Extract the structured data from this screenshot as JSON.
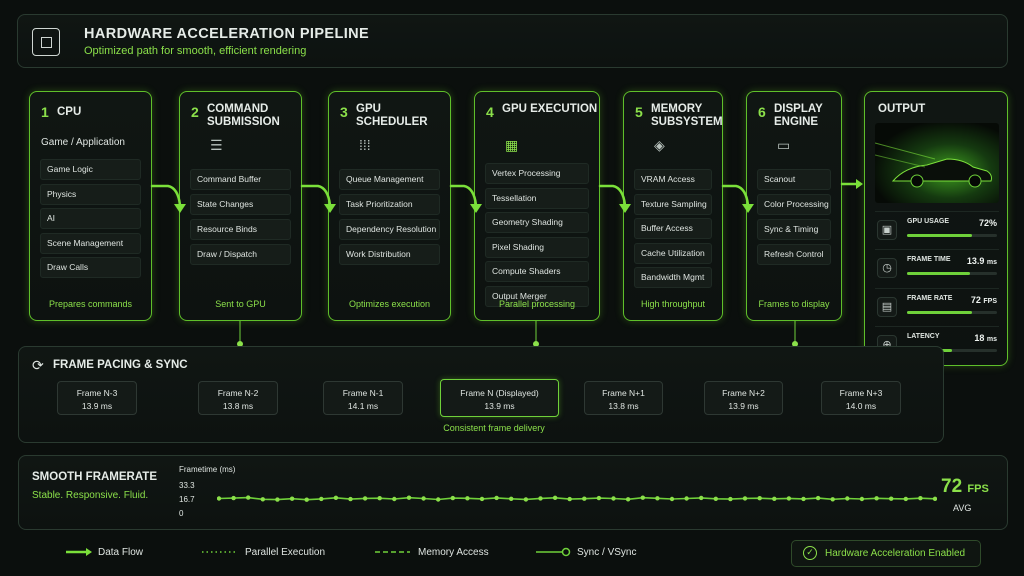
{
  "header": {
    "title": "HARDWARE ACCELERATION PIPELINE",
    "subtitle": "Optimized path for smooth, efficient rendering"
  },
  "stages": [
    {
      "num": "1",
      "name": "CPU",
      "sub": "Game / Application",
      "items": [
        "Game Logic",
        "Physics",
        "AI",
        "Scene Management",
        "Draw Calls"
      ],
      "footer": "Prepares commands"
    },
    {
      "num": "2",
      "name": "COMMAND SUBMISSION",
      "icon": "list-icon",
      "items": [
        "Command Buffer",
        "State Changes",
        "Resource Binds",
        "Draw / Dispatch"
      ],
      "footer": "Sent to GPU"
    },
    {
      "num": "3",
      "name": "GPU SCHEDULER",
      "icon": "grid-dots-icon",
      "items": [
        "Queue Management",
        "Task Prioritization",
        "Dependency Resolution",
        "Work Distribution"
      ],
      "footer": "Optimizes execution"
    },
    {
      "num": "4",
      "name": "GPU EXECUTION",
      "icon": "cores-grid-icon",
      "items": [
        "Vertex Processing",
        "Tessellation",
        "Geometry Shading",
        "Pixel Shading",
        "Compute Shaders",
        "Output Merger"
      ],
      "footer": "Parallel processing"
    },
    {
      "num": "5",
      "name": "MEMORY SUBSYSTEM",
      "icon": "layers-icon",
      "items": [
        "VRAM Access",
        "Texture Sampling",
        "Buffer Access",
        "Cache Utilization",
        "Bandwidth Mgmt"
      ],
      "footer": "High throughput"
    },
    {
      "num": "6",
      "name": "DISPLAY ENGINE",
      "icon": "monitor-icon",
      "items": [
        "Scanout",
        "Color Processing",
        "Sync & Timing",
        "Refresh Control"
      ],
      "footer": "Frames to display"
    }
  ],
  "output": {
    "title": "OUTPUT",
    "metrics": [
      {
        "label": "GPU USAGE",
        "value": "72%",
        "unit": "",
        "level": 0.72,
        "icon": "chip-icon"
      },
      {
        "label": "FRAME TIME",
        "value": "13.9",
        "unit": "ms",
        "level": 0.7,
        "icon": "clock-icon"
      },
      {
        "label": "FRAME RATE",
        "value": "72",
        "unit": "FPS",
        "level": 0.72,
        "icon": "gpu-icon"
      },
      {
        "label": "LATENCY",
        "value": "18",
        "unit": "ms",
        "level": 0.5,
        "icon": "target-icon"
      }
    ]
  },
  "pacing": {
    "title": "FRAME PACING & SYNC",
    "frames": [
      {
        "label": "Frame N-3",
        "value": "13.9 ms"
      },
      {
        "label": "Frame N-2",
        "value": "13.8 ms"
      },
      {
        "label": "Frame N-1",
        "value": "14.1 ms"
      },
      {
        "label": "Frame N (Displayed)",
        "value": "13.9 ms",
        "active": true
      },
      {
        "label": "Frame N+1",
        "value": "13.8 ms"
      },
      {
        "label": "Frame N+2",
        "value": "13.9 ms"
      },
      {
        "label": "Frame N+3",
        "value": "14.0 ms"
      }
    ],
    "caption": "Consistent frame delivery"
  },
  "framerate": {
    "title": "SMOOTH FRAMERATE",
    "subtitle": "Stable. Responsive. Fluid.",
    "fps": "72",
    "fps_unit": "FPS",
    "avg_label": "AVG"
  },
  "chart_data": {
    "type": "line",
    "ylabel": "Frametime (ms)",
    "ytick_labels": [
      "33.3",
      "16.7",
      "0"
    ],
    "ylim": [
      0,
      33.3
    ],
    "values": [
      16.2,
      16.6,
      17.0,
      15.6,
      15.3,
      16.1,
      15.2,
      15.9,
      16.8,
      15.7,
      16.3,
      16.5,
      15.8,
      16.9,
      16.2,
      15.4,
      16.6,
      16.4,
      15.9,
      16.7,
      16.0,
      15.5,
      16.3,
      16.8,
      15.7,
      16.1,
      16.6,
      16.2,
      15.6,
      16.9,
      16.4,
      15.8,
      16.2,
      16.7,
      16.0,
      15.7,
      16.3,
      16.5,
      16.0,
      16.3,
      15.9,
      16.6,
      15.6,
      16.2,
      15.8,
      16.4,
      16.1,
      15.9,
      16.5,
      16.0
    ]
  },
  "legend": [
    {
      "label": "Data Flow",
      "style": "solid-arrow"
    },
    {
      "label": "Parallel Execution",
      "style": "dotted"
    },
    {
      "label": "Memory Access",
      "style": "dashed"
    },
    {
      "label": "Sync / VSync",
      "style": "line-circle"
    }
  ],
  "badge": "Hardware Acceleration Enabled",
  "colors": {
    "accent": "#8be04a",
    "bg": "#0b0f0d",
    "panel_border": "#2a3a30"
  }
}
